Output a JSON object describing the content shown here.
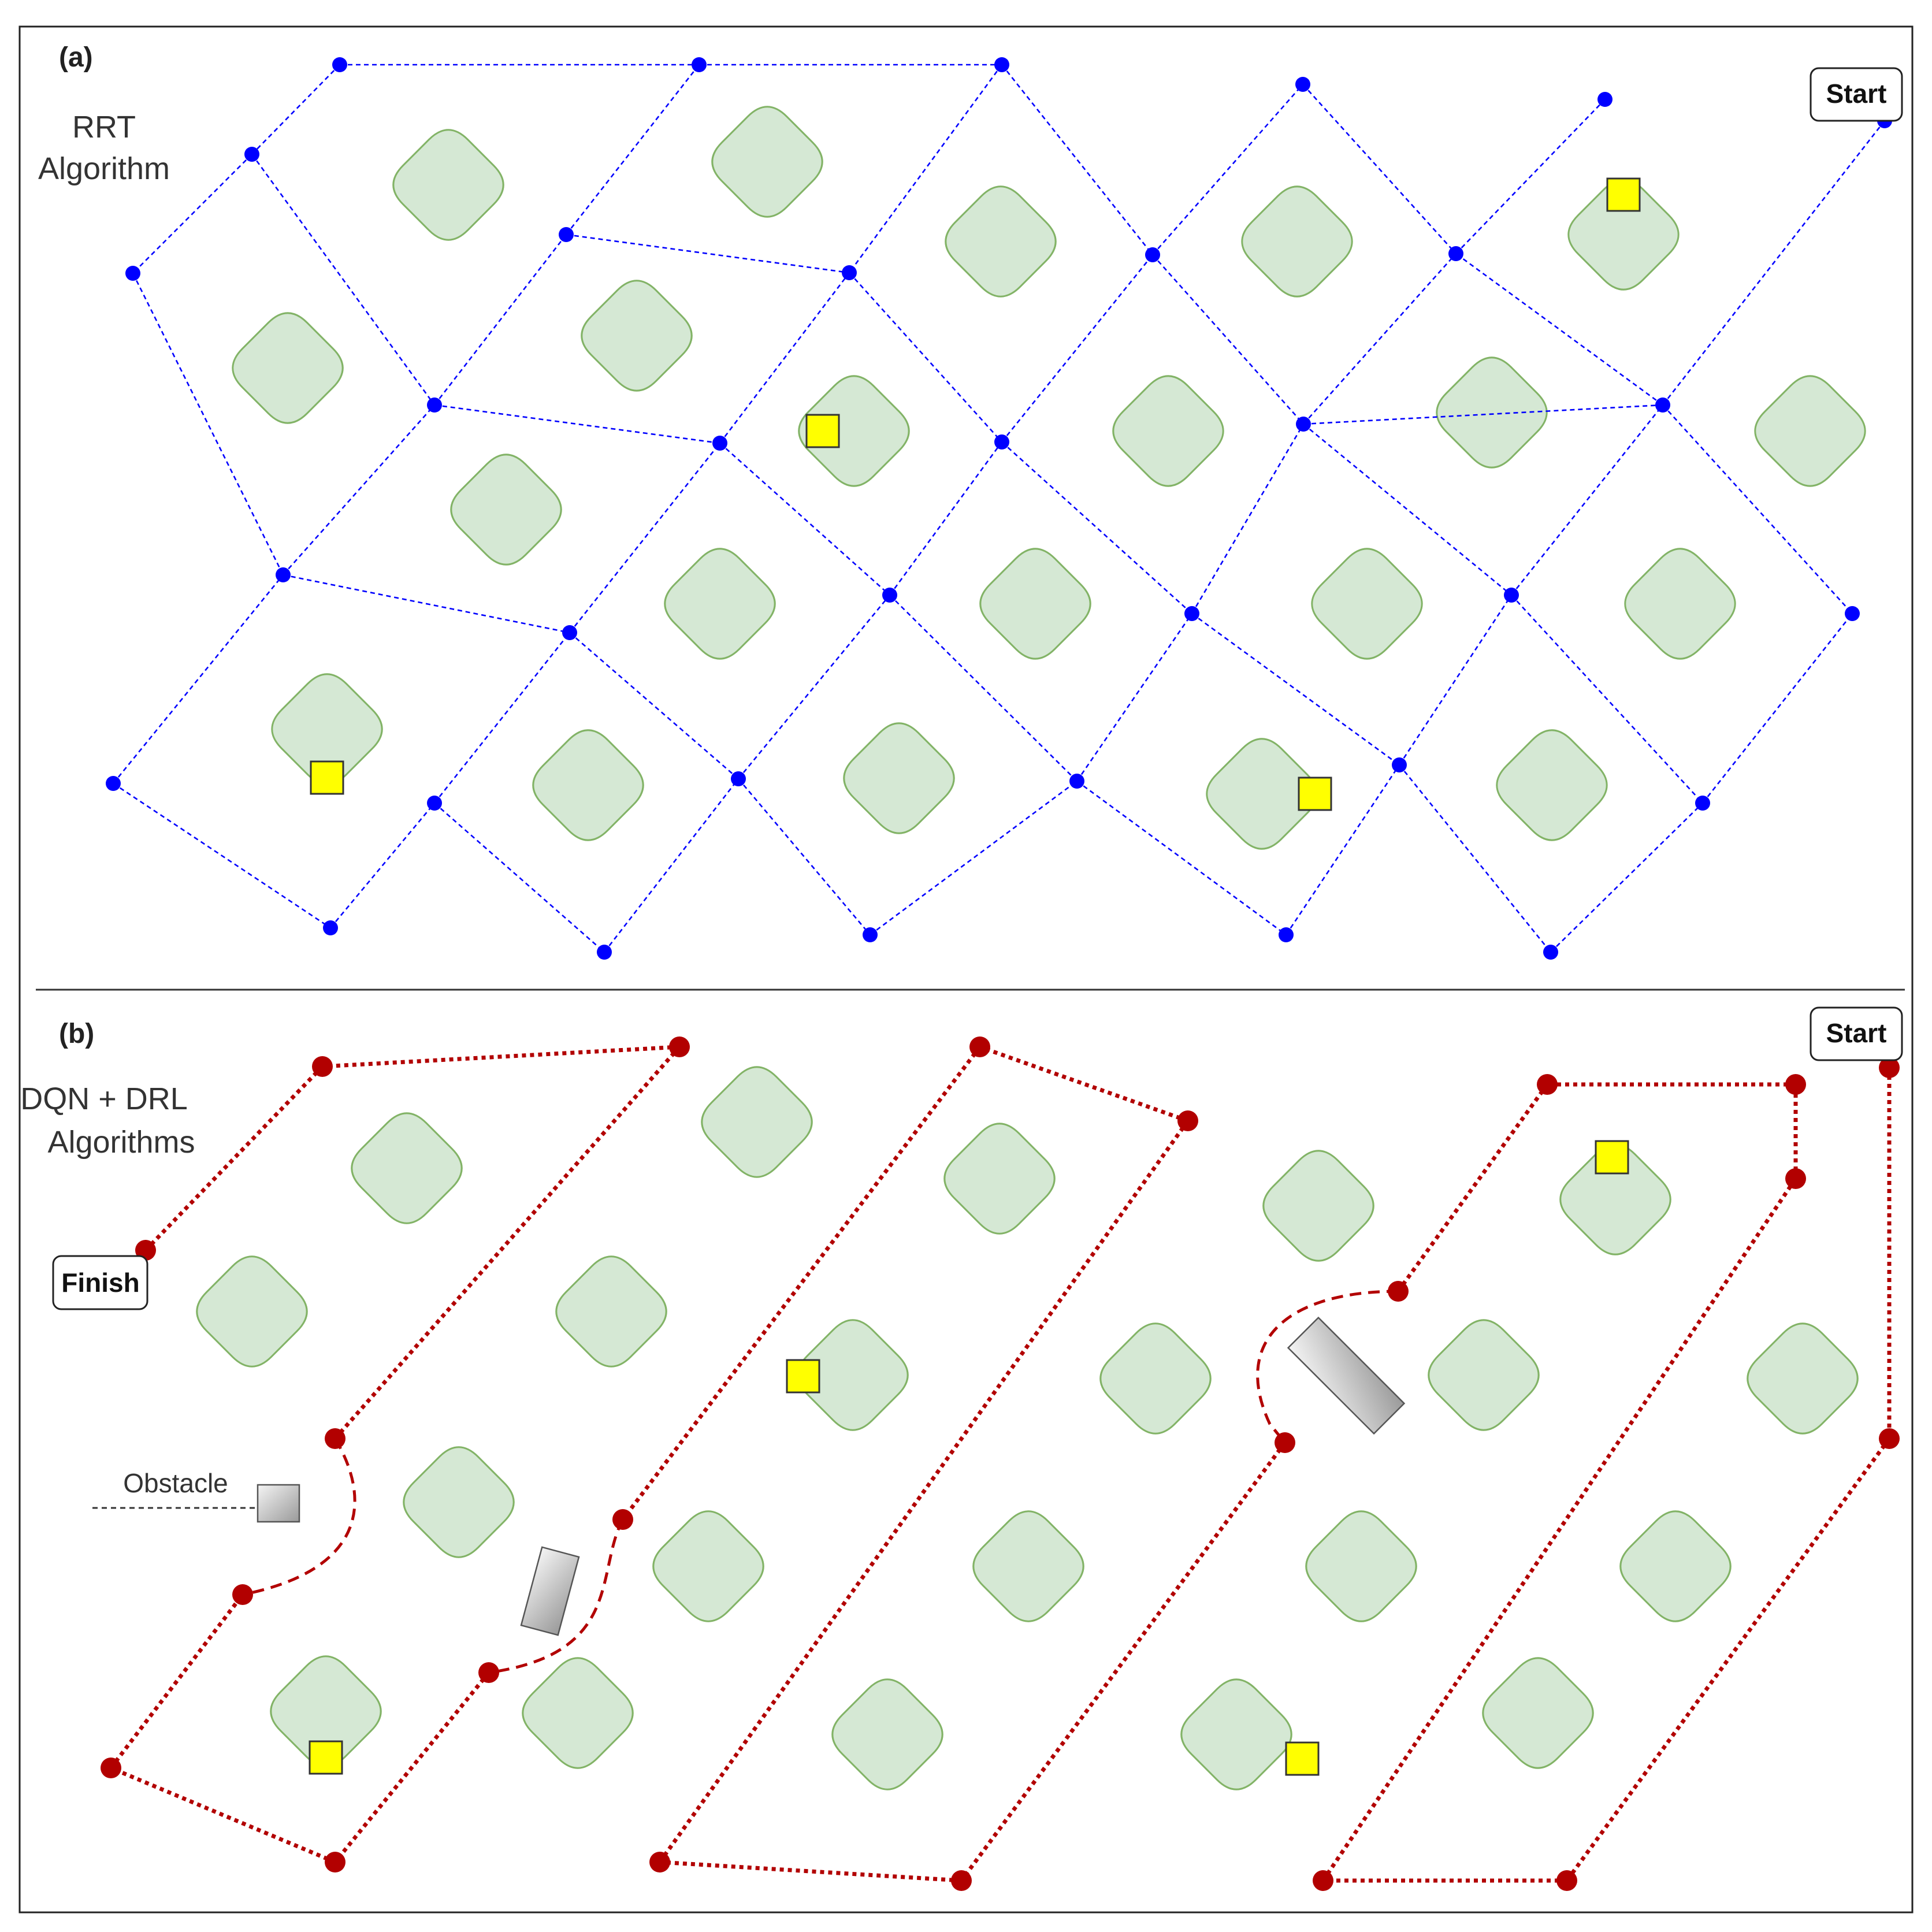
{
  "panels": {
    "a": {
      "label": "(a)",
      "algorithm_lines": [
        "RRT",
        "Algorithm"
      ],
      "start_label": "Start"
    },
    "b": {
      "label": "(b)",
      "algorithm_lines": [
        "DQN + DRL",
        "Algorithms"
      ],
      "start_label": "Start",
      "finish_label": "Finish",
      "obstacle_label": "Obstacle"
    }
  },
  "colors": {
    "rrt_path": "#0000ff",
    "drl_path": "#b20000",
    "obstacle_area": "#d5e8d4",
    "target": "#ffff00"
  }
}
